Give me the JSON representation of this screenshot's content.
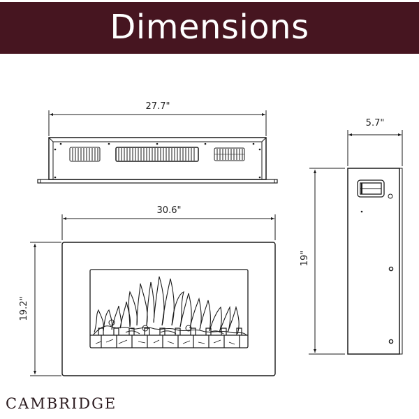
{
  "header": {
    "title": "Dimensions",
    "background_color": "#461520",
    "text_color": "#ffffff"
  },
  "views": {
    "top_view": {
      "width_label": "27.7\""
    },
    "side_view": {
      "depth_label": "5.7\"",
      "height_label": "19\""
    },
    "front_view": {
      "width_label": "30.6\"",
      "height_label": "19.2\""
    }
  },
  "brand": {
    "name": "CAMBRIDGE",
    "color": "#2a1a1e"
  },
  "line_color": "#1a1a1a"
}
